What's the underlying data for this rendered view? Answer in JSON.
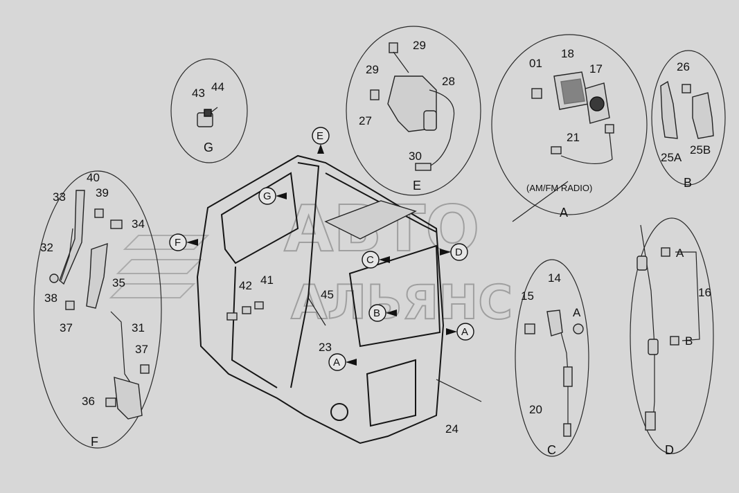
{
  "groups": {
    "A": {
      "caption": "A",
      "note": "(AM/FM RADIO)"
    },
    "B": {
      "caption": "B"
    },
    "C": {
      "caption": "C"
    },
    "D": {
      "caption": "D"
    },
    "E": {
      "caption": "E"
    },
    "F": {
      "caption": "F"
    },
    "G": {
      "caption": "G"
    }
  },
  "watermark": {
    "line1": "АВТО",
    "line2": "АЛЬЯНС"
  },
  "callouts": [
    "E",
    "G",
    "F",
    "C",
    "D",
    "B",
    "A",
    "A"
  ],
  "labels": {
    "p01": "01",
    "p14": "14",
    "p15": "15",
    "p16": "16",
    "p17": "17",
    "p18": "18",
    "p20": "20",
    "p21": "21",
    "p23": "23",
    "p24": "24",
    "p25A": "25A",
    "p25B": "25B",
    "p26": "26",
    "p27": "27",
    "p28": "28",
    "p29a": "29",
    "p29b": "29",
    "p30": "30",
    "p31": "31",
    "p32": "32",
    "p33": "33",
    "p34": "34",
    "p35": "35",
    "p36": "36",
    "p37a": "37",
    "p37b": "37",
    "p38": "38",
    "p39": "39",
    "p40": "40",
    "p41": "41",
    "p42": "42",
    "p43": "43",
    "p44": "44",
    "p45": "45",
    "refA_C": "A",
    "refA_D": "A",
    "refB_D": "B"
  }
}
